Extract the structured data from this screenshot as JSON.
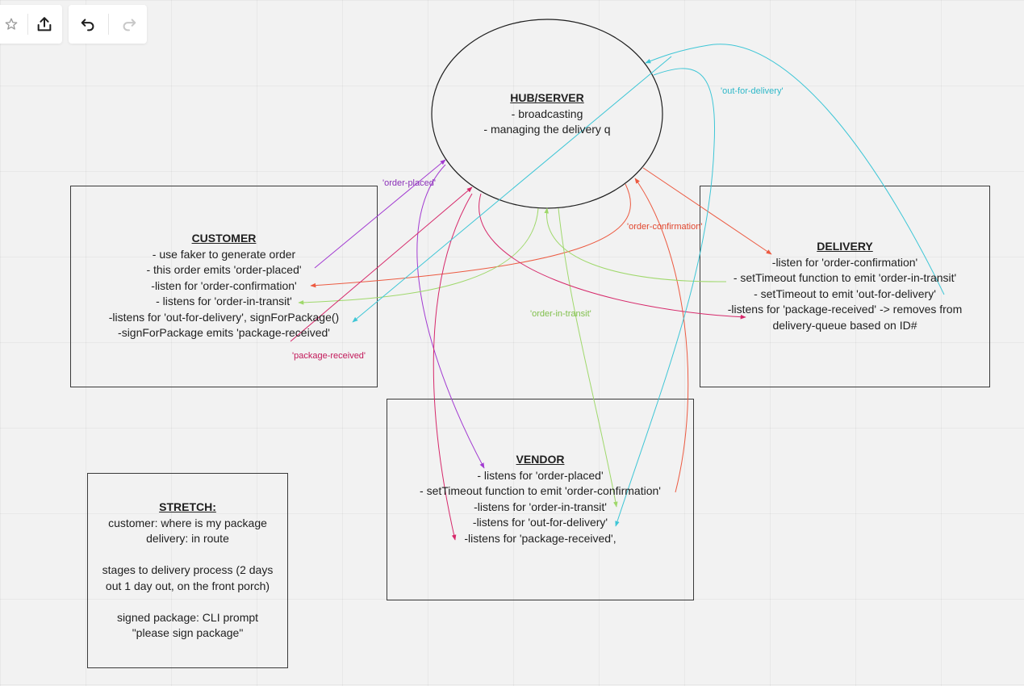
{
  "colors": {
    "purple": "#a23bd1",
    "red": "#ec5a41",
    "green": "#9fd86b",
    "pink": "#d6286a",
    "cyan": "#3ec6d6",
    "label_purple": "#8a30b8",
    "label_red": "#e1462e",
    "label_green": "#82c04e",
    "label_pink": "#c21859",
    "label_cyan": "#2fb8c9"
  },
  "toolbar": {
    "star_icon": "star-icon",
    "share_icon": "share-icon",
    "undo_icon": "undo-icon",
    "redo_icon": "redo-icon"
  },
  "hub": {
    "title": "HUB/SERVER",
    "lines": [
      "- broadcasting",
      "- managing the delivery q"
    ]
  },
  "customer": {
    "title": "CUSTOMER",
    "lines": [
      "- use faker to generate order",
      "- this order emits 'order-placed'",
      "-listen for 'order-confirmation'",
      "- listens for 'order-in-transit'",
      "-listens for 'out-for-delivery', signForPackage()",
      "-signForPackage emits 'package-received'"
    ]
  },
  "delivery": {
    "title": "DELIVERY",
    "lines": [
      "-listen for 'order-confirmation'",
      "- setTimeout function to emit 'order-in-transit'",
      "- setTimeout to emit 'out-for-delivery'",
      "-listens for 'package-received' -> removes from",
      "delivery-queue based on ID#"
    ]
  },
  "vendor": {
    "title": "VENDOR",
    "lines": [
      "- listens for 'order-placed'",
      "- setTimeout function to emit 'order-confirmation'",
      "-listens for 'order-in-transit'",
      "-listens for 'out-for-delivery'",
      "-listens for 'package-received',"
    ]
  },
  "stretch": {
    "title": "STRETCH:",
    "lines": [
      "customer: where is my package",
      "delivery: in route",
      "",
      "stages to delivery process (2 days",
      "out 1 day out, on the front porch)",
      "",
      "signed package: CLI prompt",
      "\"please sign package\""
    ]
  },
  "edge_labels": {
    "order_placed": "'order-placed'",
    "order_confirmation": "'order-confirmation'",
    "order_in_transit": "'order-in-transit'",
    "package_received": "'package-received'",
    "out_for_delivery": "'out-for-delivery'"
  }
}
